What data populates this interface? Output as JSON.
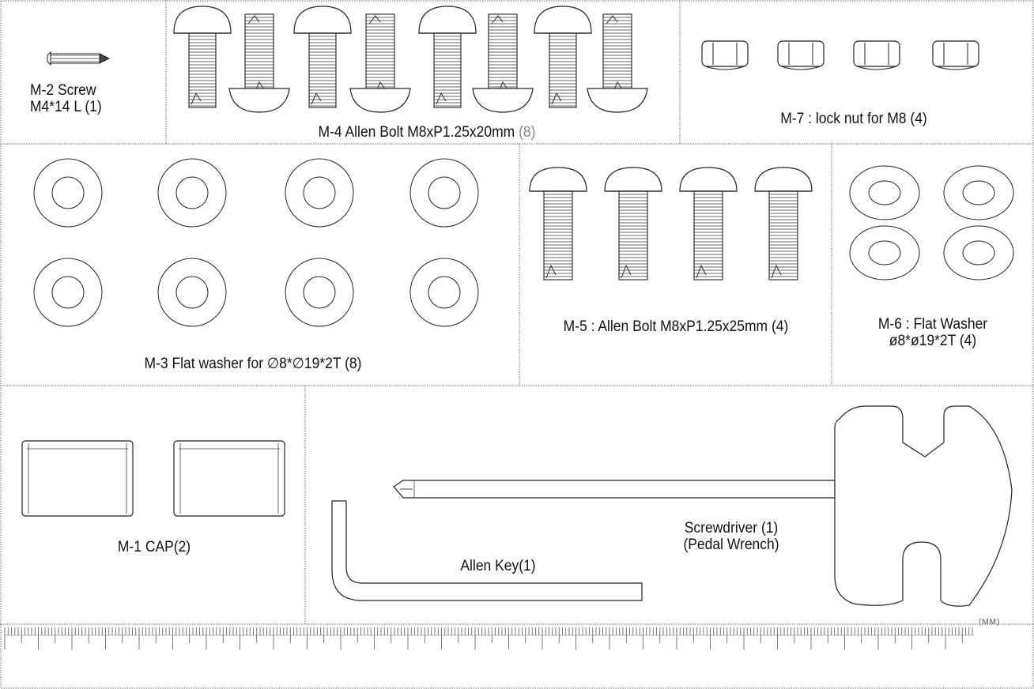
{
  "parts": {
    "m2": {
      "line1": "M-2 Screw",
      "line2": "M4*14 L (1)"
    },
    "m4": {
      "label": "M-4 Allen Bolt M8xP1.25x20mm",
      "qty": "(8)"
    },
    "m7": {
      "label": "M-7 : lock nut for M8 (4)"
    },
    "m3": {
      "label": "M-3  Flat  washer for ∅8*∅19*2T (8)"
    },
    "m5": {
      "label": "M-5 : Allen Bolt M8xP1.25x25mm (4)"
    },
    "m6": {
      "line1": "M-6 : Flat Washer",
      "line2": "ø8*ø19*2T (4)"
    },
    "m1": {
      "label": "M-1 CAP(2)"
    },
    "allen_key": {
      "label": "Allen Key(1)"
    },
    "screwdriver": {
      "line1": "Screwdriver (1)",
      "line2": "(Pedal Wrench)"
    }
  },
  "ruler": {
    "unit": "(MM)"
  }
}
